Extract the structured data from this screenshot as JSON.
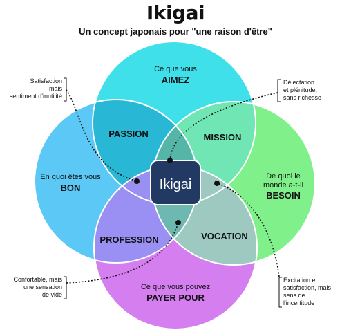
{
  "title": "Ikigai",
  "subtitle": "Un concept japonais pour \"une raison d'être\"",
  "circles": {
    "aimez": {
      "line1": "Ce que vous",
      "line2": "AIMEZ",
      "color": "#3fe0ea"
    },
    "bon": {
      "line1": "En quoi êtes vous",
      "line2": "BON",
      "color": "#5bc8f5"
    },
    "besoin": {
      "line1": "De quoi le",
      "line2": "monde a-t-il",
      "line3": "BESOIN",
      "color": "#7ff08a"
    },
    "payer": {
      "line1": "Ce que vous pouvez",
      "line2": "PAYER POUR",
      "color": "#d47ef0"
    }
  },
  "intersections": {
    "passion": "PASSION",
    "mission": "MISSION",
    "profession": "PROFESSION",
    "vocation": "VOCATION",
    "center": "Ikigai"
  },
  "annotations": {
    "top_left": [
      "Satisfaction",
      "mais",
      "sentiment d'inutilité"
    ],
    "top_right": [
      "Délectation",
      "et plénitude,",
      "sans richesse"
    ],
    "bottom_left": [
      "Confortable, mais",
      "une sensation",
      "de vide"
    ],
    "bottom_right": [
      "Excitation et",
      "satisfaction, mais",
      "sens de",
      "l'incertitude"
    ]
  },
  "colors": {
    "passion": "#28b8d6",
    "mission": "#6fe6b4",
    "profession": "#9a8ff2",
    "vocation": "#9ec9c0",
    "center_fill": "#223a63",
    "center_petals": "#4a7fb8"
  }
}
